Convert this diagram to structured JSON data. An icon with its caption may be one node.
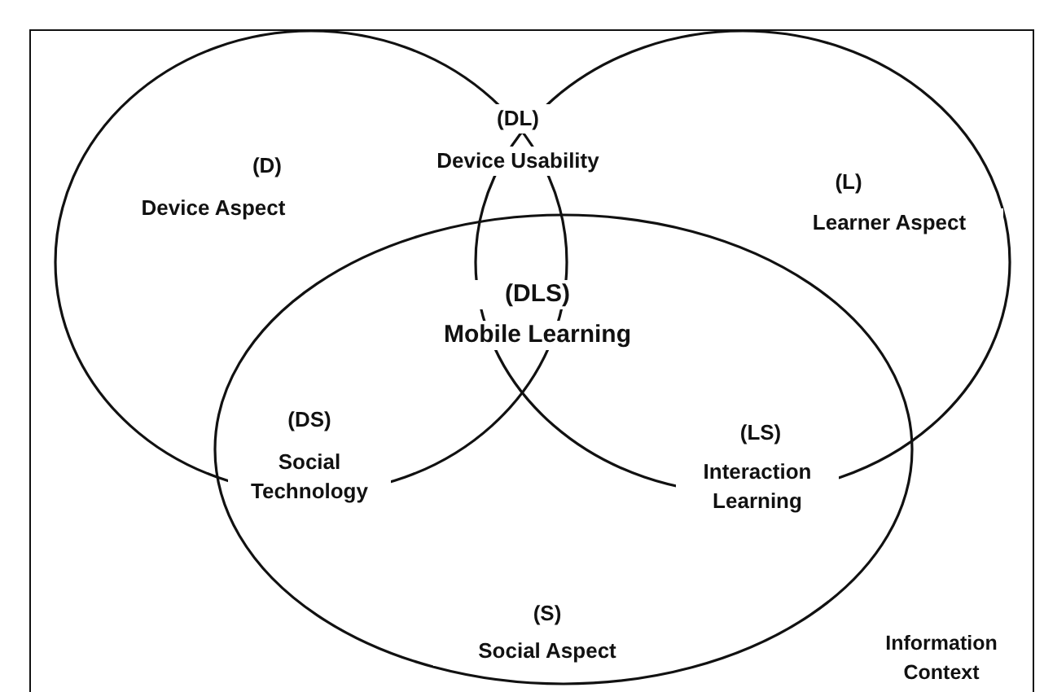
{
  "diagram": {
    "nodes": [
      {
        "text": [
          "Information Context"
        ]
      },
      {
        "text": [
          "(D)",
          "Device Aspect"
        ],
        "in": 0
      },
      {
        "text": [
          "(L)",
          "Learner Aspect"
        ],
        "in": 0
      },
      {
        "text": [
          "(S)",
          "Social Aspect"
        ],
        "in": 0
      }
    ],
    "labels": [
      "(DL)",
      "Device Usability",
      "(DLS)",
      "Mobile Learning",
      "(DS)",
      "Social Technology",
      "(LS)",
      "Interaction Learning"
    ]
  }
}
